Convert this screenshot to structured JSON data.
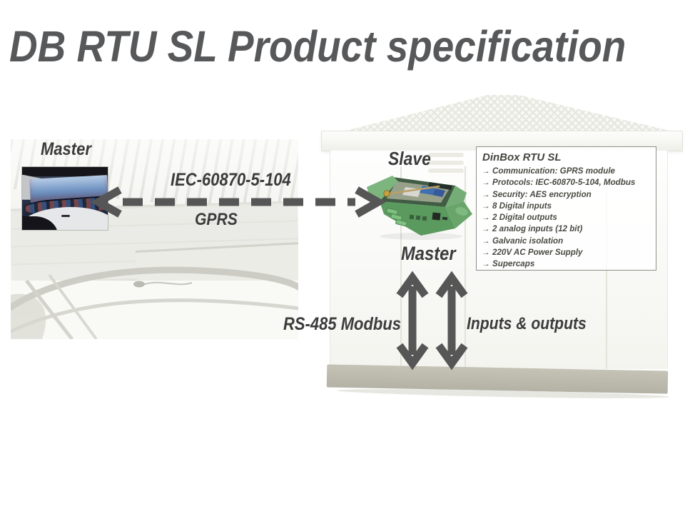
{
  "slide": {
    "title": "DB RTU SL Product specification"
  },
  "diagram": {
    "master_top_label": "Master",
    "slave_label": "Slave",
    "master_bottom_label": "Master",
    "protocol_label": "IEC-60870-5-104",
    "bearer_label": "GPRS",
    "rs485_label": "RS-485 Modbus",
    "io_label": "Inputs & outputs"
  },
  "spec_box": {
    "title": "DinBox RTU SL",
    "bullet_glyph": "→",
    "items": [
      "Communication: GPRS module",
      "Protocols: IEC-60870-5-104, Modbus",
      "Security: AES encryption",
      "8 Digital inputs",
      "2 Digital outputs",
      "2 analog inputs (12 bit)",
      "Galvanic isolation",
      "220V AC Power Supply",
      "Supercaps"
    ]
  },
  "colors": {
    "title_gray": "#57585a",
    "label_gray": "#3c3c3c",
    "arrow_gray": "#565656",
    "device_green": "#5b9a5e",
    "plinth_gray": "#b9b6aa"
  }
}
